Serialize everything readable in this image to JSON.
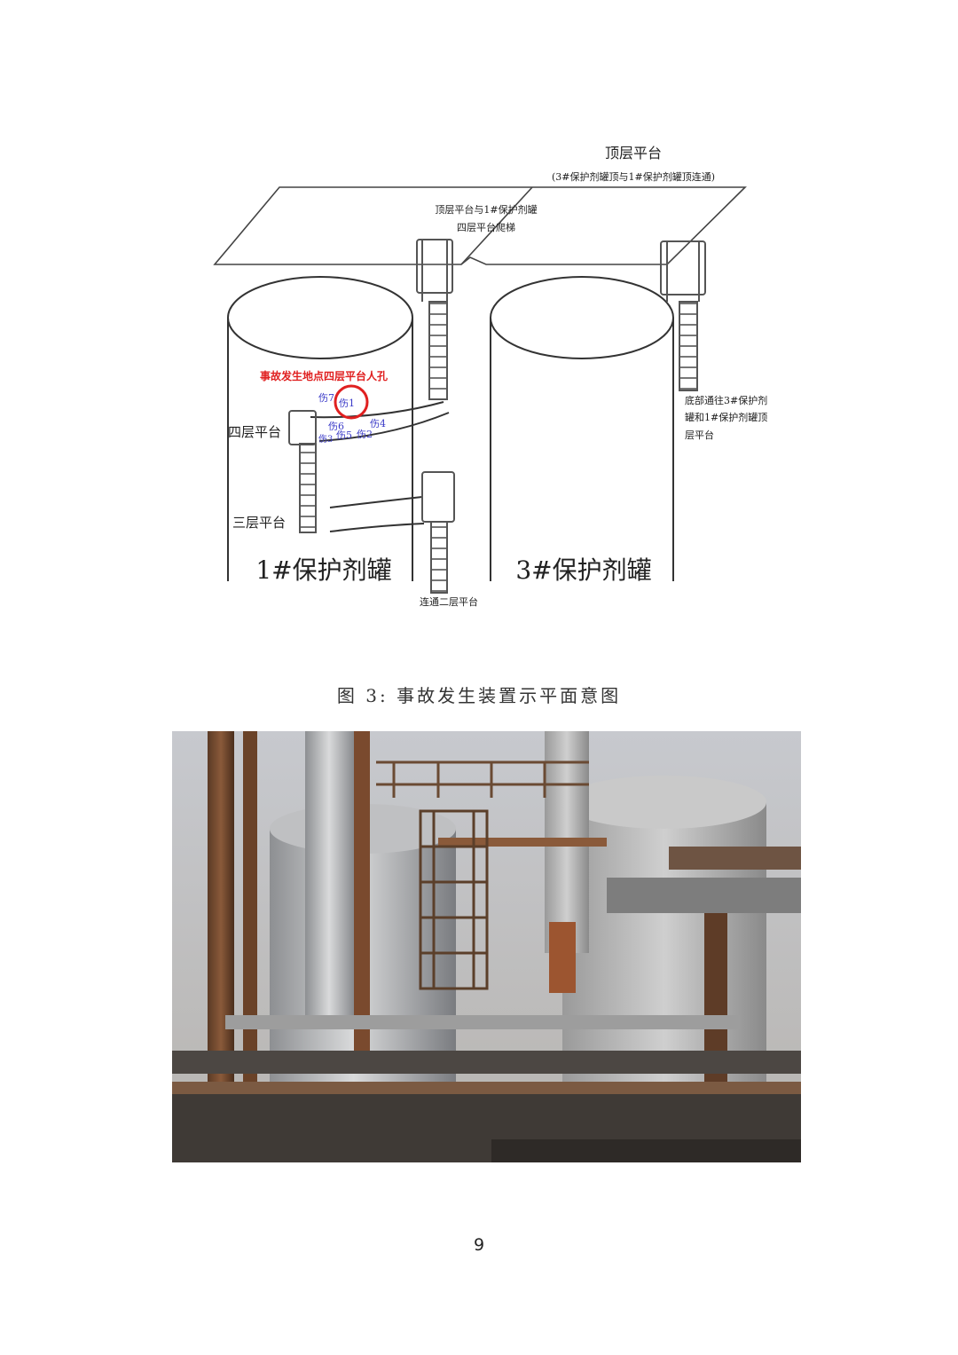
{
  "diagram": {
    "top_platform_title": "顶层平台",
    "top_platform_note": "(3#保护剂罐顶与1#保护剂罐顶连通)",
    "ladder_label_line1": "顶层平台与1#保护剂罐",
    "ladder_label_line2": "四层平台爬梯",
    "accident_label": "事故发生地点四层平台人孔",
    "injured": [
      "伤1",
      "伤2",
      "伤3",
      "伤4",
      "伤5",
      "伤6",
      "伤7"
    ],
    "fourth_floor_label": "四层平台",
    "third_floor_label": "三层平台",
    "bottom_access_line1": "底部通往3#保护剂",
    "bottom_access_line2": "罐和1#保护剂罐顶",
    "bottom_access_line3": "层平台",
    "tank1_label": "1#保护剂罐",
    "tank3_label": "3#保护剂罐",
    "second_floor_label": "连通二层平台"
  },
  "caption": "图 3:  事故发生装置示平面意图",
  "page_number": "9",
  "colors": {
    "accident_red": "#e02020",
    "injured_blue": "#3a3ac8",
    "line": "#333333"
  }
}
